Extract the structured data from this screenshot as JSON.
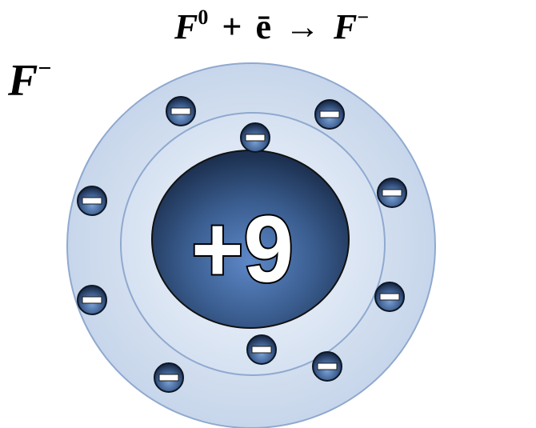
{
  "equation": {
    "reactant": "F",
    "reactant_charge": "0",
    "plus": "+",
    "electron": "ē",
    "arrow": "→",
    "product": "F",
    "product_charge": "−"
  },
  "ion_label": {
    "symbol": "F",
    "charge": "−"
  },
  "nucleus": {
    "charge_text": "+9"
  },
  "electrons": {
    "sign": "−",
    "inner_shell_count": 2,
    "outer_shell_count": 8
  },
  "colors": {
    "outer_ring": "#c9d7ea",
    "inner_ring": "#dbe5f2",
    "nucleus_light": "#5b84c4",
    "nucleus_dark": "#1f3553",
    "electron_light": "#6d93c9",
    "electron_dark": "#1b2d4c",
    "ring_stroke": "#8fa9cf"
  }
}
